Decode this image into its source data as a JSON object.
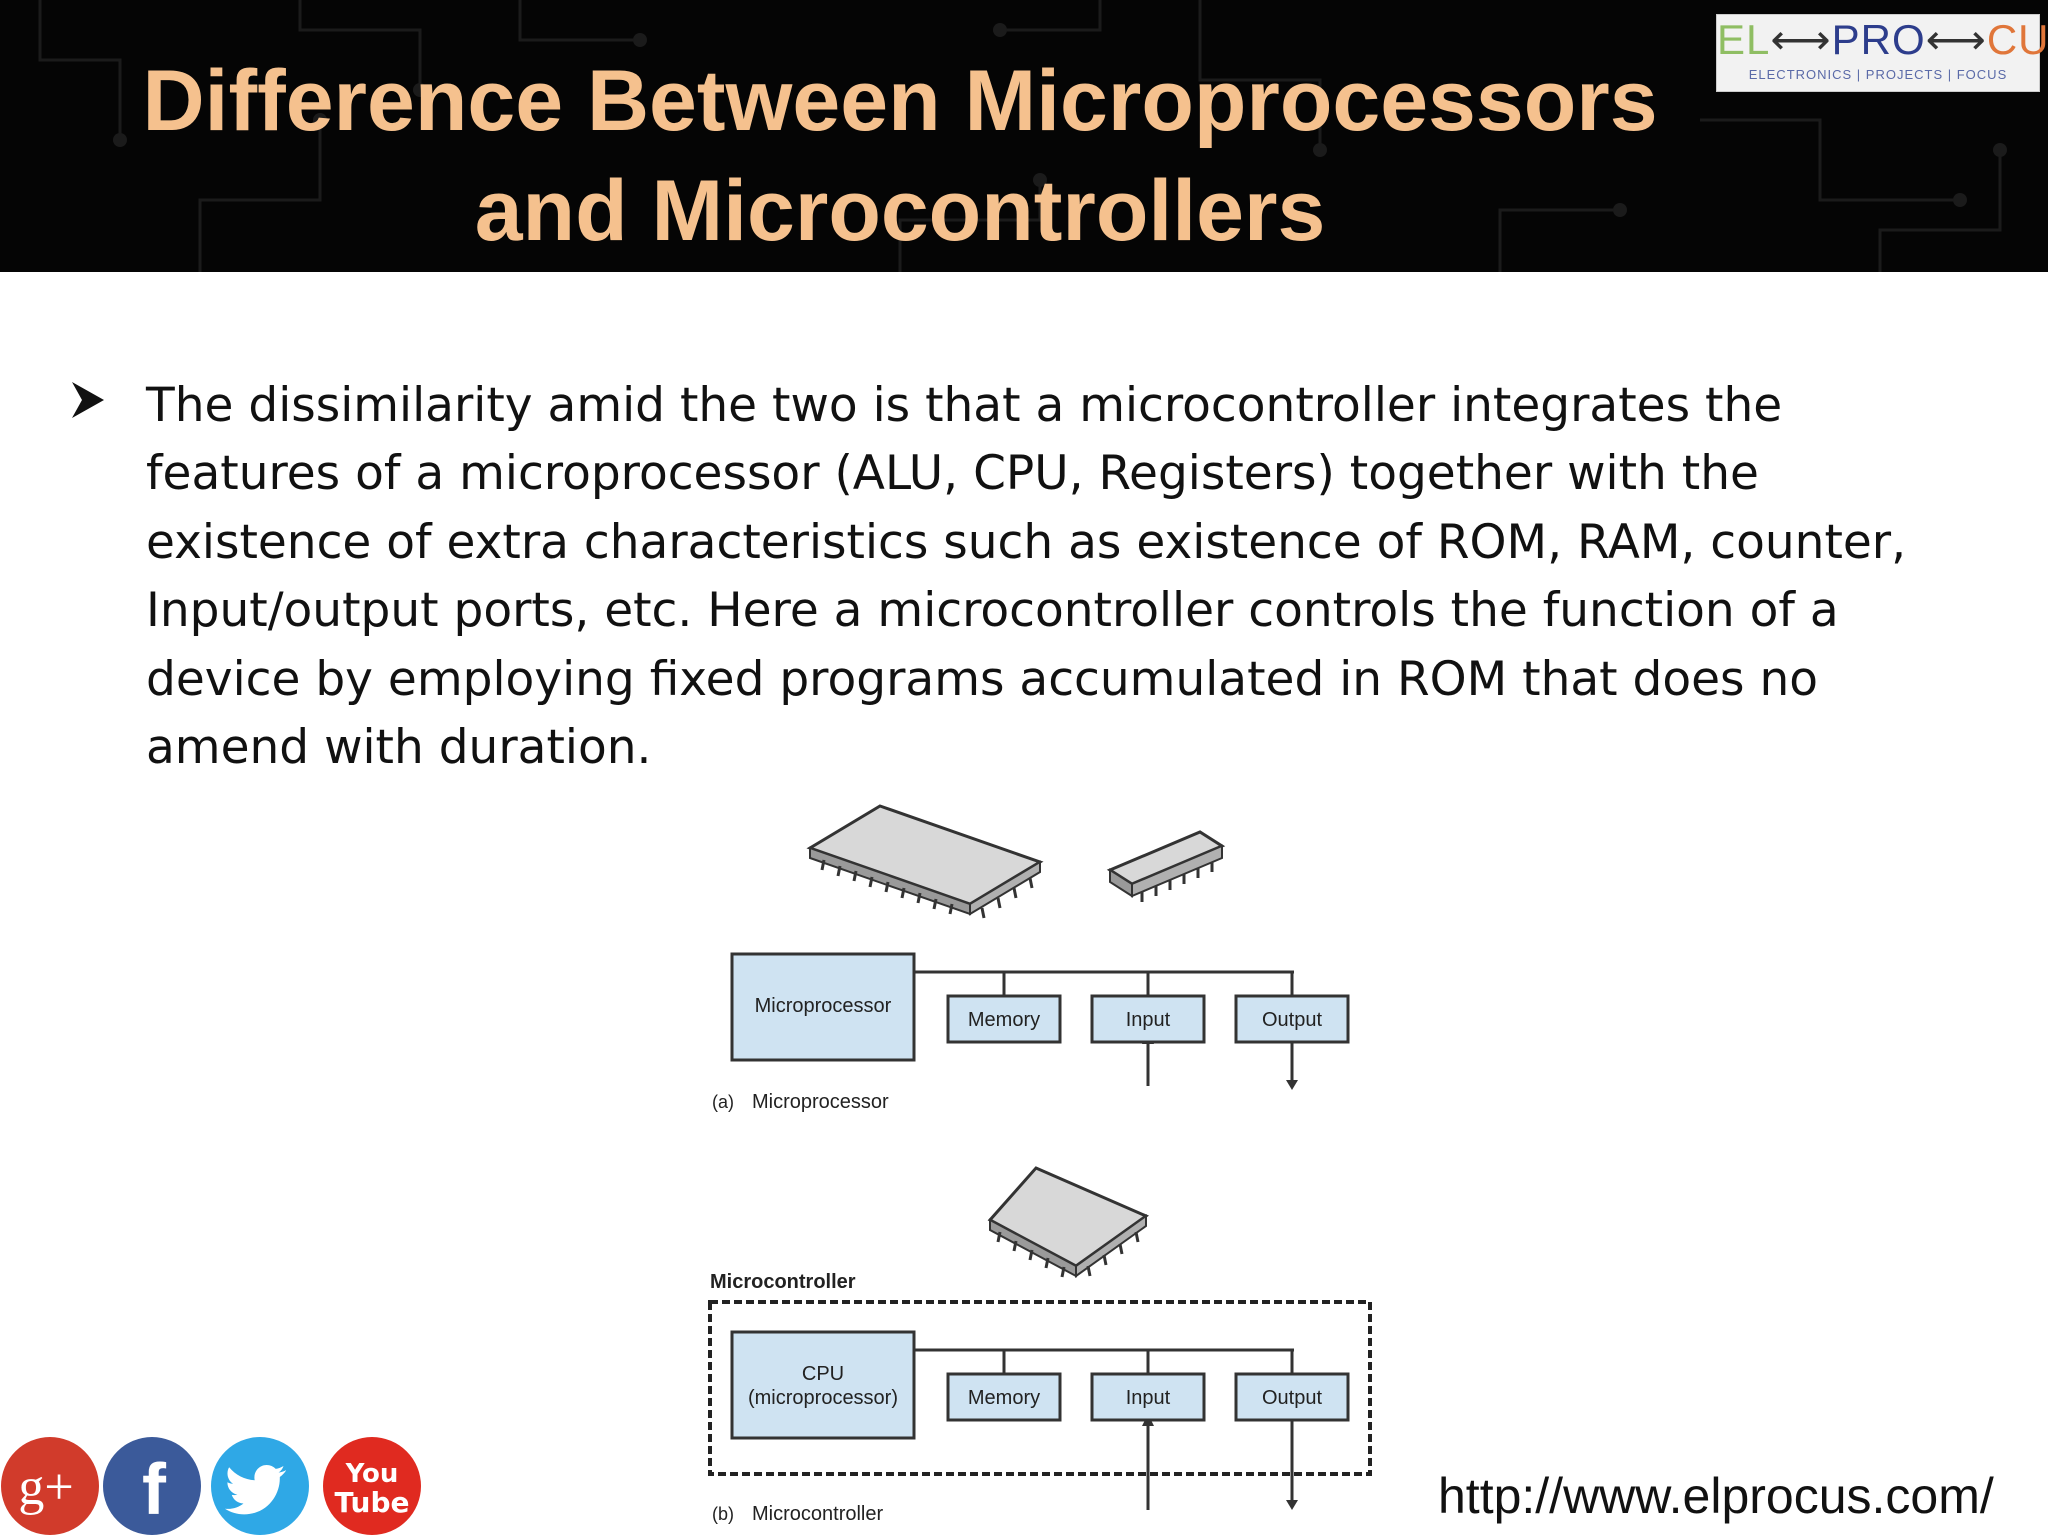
{
  "slide": {
    "title_line1": "Difference Between Microprocessors",
    "title_line2": "and Microcontrollers",
    "logo": {
      "el": "EL",
      "pro": "PRO",
      "cus": "CUS",
      "dash": "-",
      "tagline": "ELECTRONICS | PROJECTS | FOCUS"
    },
    "bullet_lines": [
      "The dissimilarity amid the two is that a microcontroller integrates the",
      "features of a microprocessor (ALU, CPU, Registers) together with the",
      "existence of extra characteristics such as existence of ROM, RAM, counter,",
      "Input/output ports, etc. Here a microcontroller controls the function of a",
      "device by employing fixed programs accumulated in ROM that does no",
      "amend with duration."
    ],
    "url": "http://www.elprocus.com/"
  },
  "diagram": {
    "part_a": {
      "cpu_label": "Microprocessor",
      "memory_label": "Memory",
      "input_label": "Input",
      "output_label": "Output",
      "caption_letter": "(a)",
      "caption": "Microprocessor"
    },
    "part_b": {
      "heading": "Microcontroller",
      "cpu_label_line1": "CPU",
      "cpu_label_line2": "(microprocessor)",
      "memory_label": "Memory",
      "input_label": "Input",
      "output_label": "Output",
      "caption_letter": "(b)",
      "caption": "Microcontroller"
    }
  },
  "social_icons": [
    "google-plus-icon",
    "facebook-icon",
    "twitter-icon",
    "youtube-icon"
  ],
  "social_text": {
    "gplus": "g+",
    "facebook": "f",
    "youtube_line1": "You",
    "youtube_line2": "Tube"
  },
  "colors": {
    "header_bg": "#050505",
    "title": "#f5c18e",
    "diagram_box": "#cfe3f2",
    "gplus": "#d13b2b",
    "facebook": "#3b5a9a",
    "twitter": "#2fa8e6",
    "youtube": "#e02a20"
  }
}
